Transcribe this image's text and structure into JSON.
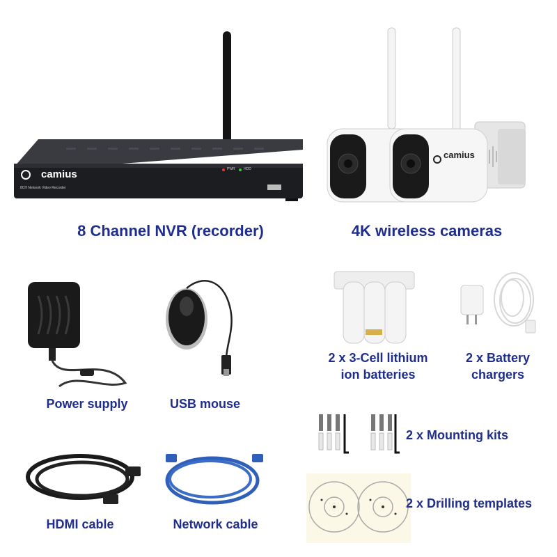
{
  "products": {
    "nvr": {
      "label": "8 Channel NVR (recorder)",
      "brand": "camius",
      "front_text": "8CH Network Video Recorder",
      "led1": "PWR",
      "led2": "HDD"
    },
    "cameras": {
      "label": "4K wireless cameras",
      "brand": "camius"
    },
    "power_supply": {
      "label": "Power supply"
    },
    "usb_mouse": {
      "label": "USB mouse"
    },
    "batteries": {
      "label_line1": "2 x 3-Cell lithium",
      "label_line2": "ion batteries"
    },
    "chargers": {
      "label_line1": "2 x Battery",
      "label_line2": "chargers"
    },
    "mounting_kits": {
      "label": "2 x Mounting kits"
    },
    "hdmi_cable": {
      "label": "HDMI cable"
    },
    "network_cable": {
      "label": "Network cable"
    },
    "drilling_templates": {
      "label": "2 x Drilling templates"
    }
  },
  "colors": {
    "label": "#1f2d8c",
    "nvr_body": "#1c1d20",
    "camera_body": "#f4f4f4",
    "cable_blue": "#2f5fb8"
  }
}
